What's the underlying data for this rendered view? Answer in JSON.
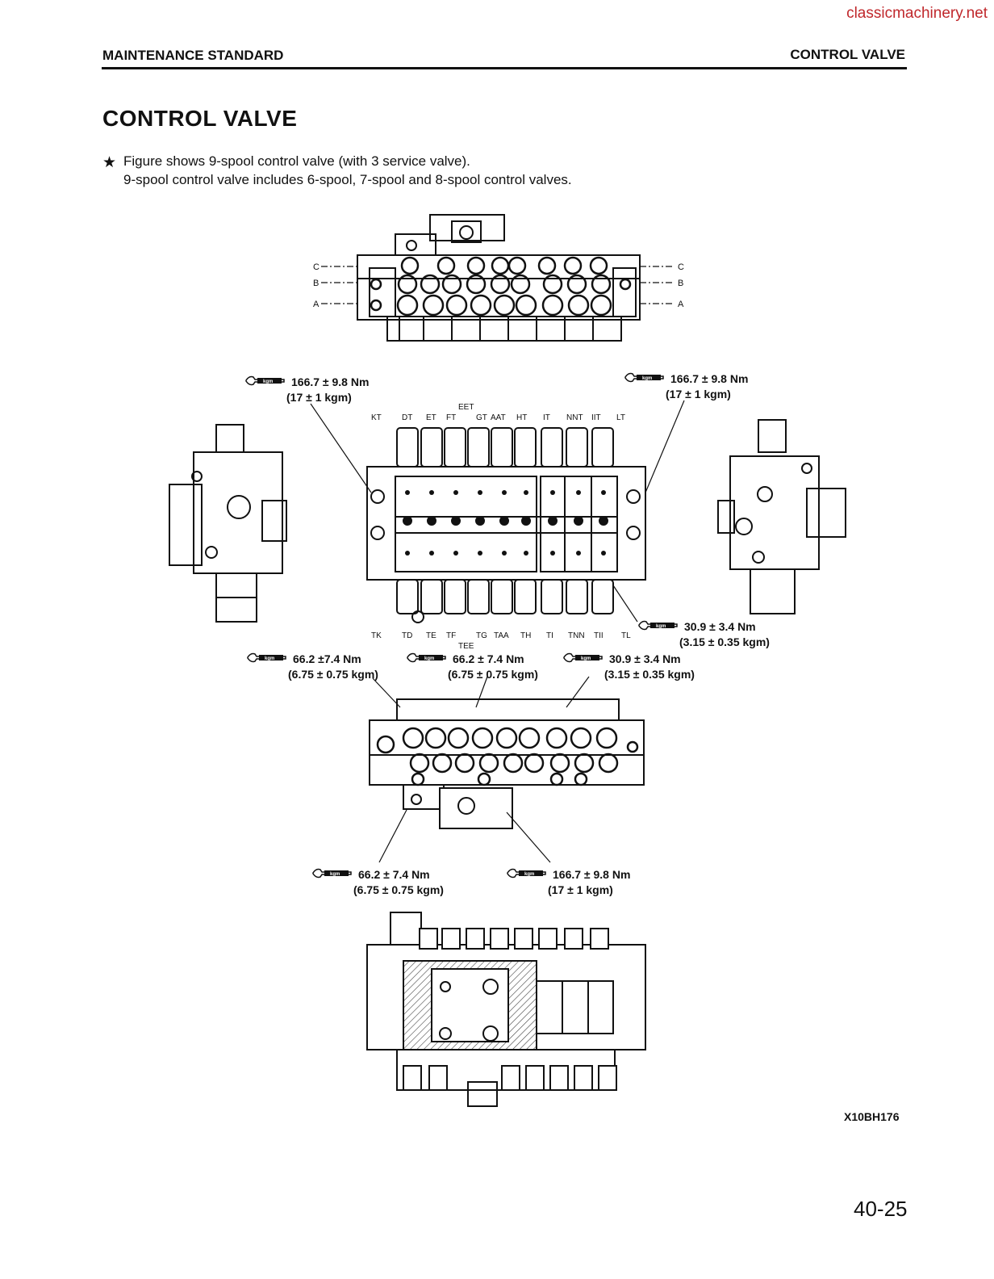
{
  "watermark": "classicmachinery.net",
  "header": {
    "left": "MAINTENANCE STANDARD",
    "right": "CONTROL VALVE"
  },
  "title": "CONTROL VALVE",
  "note": {
    "star": "★",
    "line1": "Figure shows 9-spool control valve (with 3 service valve).",
    "line2": "9-spool control valve includes 6-spool, 7-spool and 8-spool control valves."
  },
  "torques": {
    "t1": {
      "value": "166.7 ± 9.8 Nm",
      "kgm": "(17 ± 1 kgm)"
    },
    "t2": {
      "value": "166.7 ± 9.8 Nm",
      "kgm": "(17 ± 1 kgm)"
    },
    "t3": {
      "value": "30.9 ± 3.4 Nm",
      "kgm": "(3.15 ± 0.35 kgm)"
    },
    "t4": {
      "value": "66.2 ±7.4 Nm",
      "kgm": "(6.75 ± 0.75 kgm)"
    },
    "t5": {
      "value": "66.2 ± 7.4 Nm",
      "kgm": "(6.75 ± 0.75 kgm)"
    },
    "t6": {
      "value": "30.9 ± 3.4 Nm",
      "kgm": "(3.15 ± 0.35 kgm)"
    },
    "t7": {
      "value": "66.2 ± 7.4 Nm",
      "kgm": "(6.75 ± 0.75 kgm)"
    },
    "t8": {
      "value": "166.7 ± 9.8 Nm",
      "kgm": "(17 ± 1 kgm)"
    }
  },
  "wrench_tag": "kgm",
  "section_marks": [
    "A",
    "B",
    "C"
  ],
  "port_labels_top": [
    "KT",
    "DT",
    "ET",
    "FT",
    "EET",
    "GT",
    "AAT",
    "HT",
    "IT",
    "NNT",
    "IIT",
    "LT"
  ],
  "port_labels_bottom": [
    "TK",
    "TD",
    "TE",
    "TF",
    "TEE",
    "TG",
    "TAA",
    "TH",
    "TI",
    "TNN",
    "TII",
    "TL"
  ],
  "figure_code": "X10BH176",
  "page_number": "40-25",
  "icons": {
    "star": "star-icon",
    "wrench": "torque-wrench-icon"
  }
}
